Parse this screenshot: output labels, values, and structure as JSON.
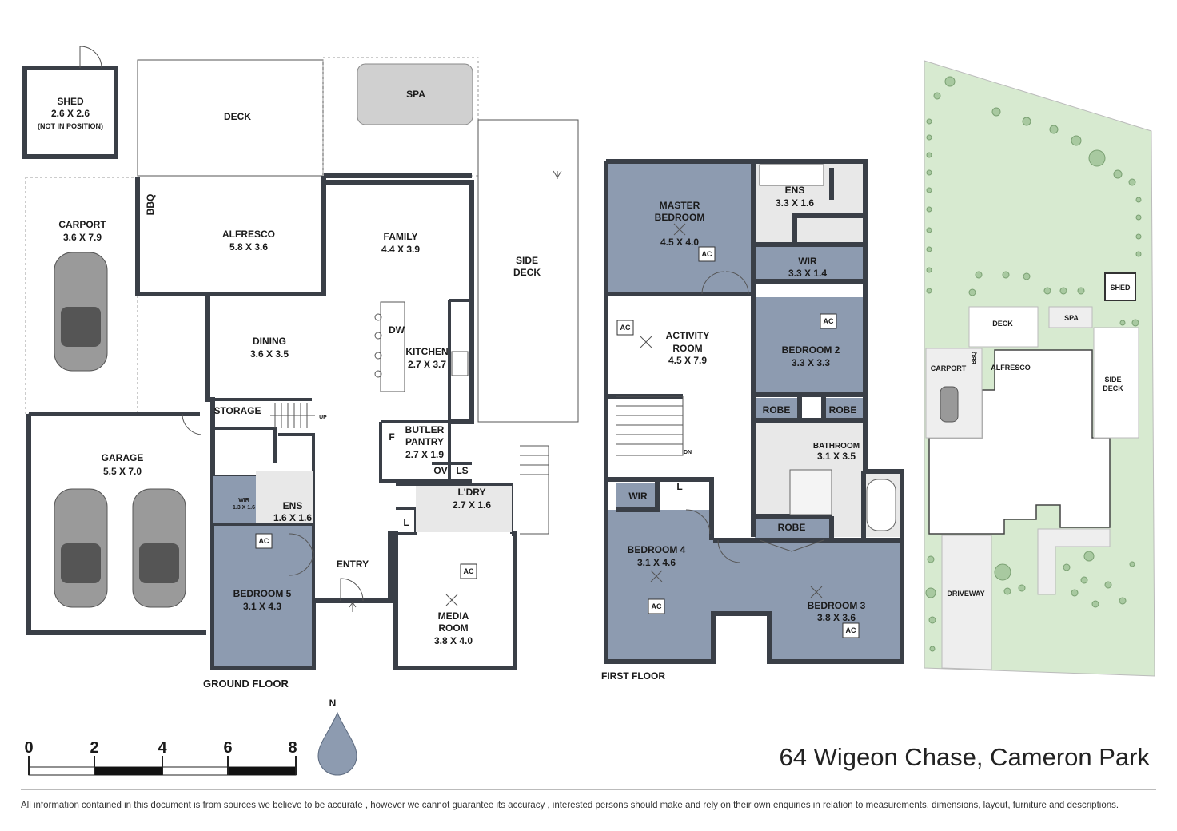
{
  "address": "64 Wigeon Chase, Cameron Park",
  "disclaimer": "All information contained in this document is from sources we believe to be accurate , however we cannot guarantee its accuracy , interested persons should make and rely on their own enquiries in relation to measurements, dimensions, layout, furniture and descriptions.",
  "compass_label": "N",
  "scale_labels": [
    "0",
    "2",
    "4",
    "6",
    "8"
  ],
  "colors": {
    "wall": "#3a3f47",
    "bedroom_fill": "#8d9bb0",
    "wet_area_fill": "#e8e8e8",
    "grass": "#d7ead0"
  },
  "ground_floor": {
    "title": "GROUND FLOOR",
    "rooms": {
      "shed": {
        "name": "SHED",
        "dims": "2.6 X 2.6",
        "note": "(NOT IN POSITION)"
      },
      "deck": {
        "name": "DECK"
      },
      "spa": {
        "name": "SPA"
      },
      "carport": {
        "name": "CARPORT",
        "dims": "3.6 X 7.9"
      },
      "bbq": {
        "name": "BBQ"
      },
      "alfresco": {
        "name": "ALFRESCO",
        "dims": "5.8 X 3.6"
      },
      "family": {
        "name": "FAMILY",
        "dims": "4.4 X 3.9"
      },
      "side_deck": {
        "name": "SIDE",
        "name2": "DECK"
      },
      "dining": {
        "name": "DINING",
        "dims": "3.6 X 3.5"
      },
      "dw": {
        "name": "DW"
      },
      "kitchen": {
        "name": "KITCHEN",
        "dims": "2.7 X 3.7"
      },
      "storage": {
        "name": "STORAGE"
      },
      "up": {
        "name": "UP"
      },
      "garage": {
        "name": "GARAGE",
        "dims": "5.5 X 7.0"
      },
      "butler": {
        "name": "BUTLER",
        "name2": "PANTRY",
        "dims": "2.7 X 1.9"
      },
      "f": {
        "name": "F"
      },
      "ov": {
        "name": "OV"
      },
      "ls": {
        "name": "LS"
      },
      "laundry": {
        "name": "L'DRY",
        "dims": "2.7 X 1.6"
      },
      "l": {
        "name": "L"
      },
      "wir": {
        "name": "WIR",
        "dims": "1.3 X 1.6"
      },
      "ens": {
        "name": "ENS",
        "dims": "1.6 X 1.6"
      },
      "ac": {
        "name": "AC"
      },
      "entry": {
        "name": "ENTRY"
      },
      "bedroom5": {
        "name": "BEDROOM 5",
        "dims": "3.1 X 4.3"
      },
      "media": {
        "name": "MEDIA",
        "name2": "ROOM",
        "dims": "3.8 X 4.0"
      }
    }
  },
  "first_floor": {
    "title": "FIRST FLOOR",
    "rooms": {
      "master": {
        "name": "MASTER",
        "name2": "BEDROOM",
        "dims": "4.5 X 4.0"
      },
      "ens": {
        "name": "ENS",
        "dims": "3.3 X 1.6"
      },
      "wir_master": {
        "name": "WIR",
        "dims": "3.3 X 1.4"
      },
      "activity": {
        "name": "ACTIVITY",
        "name2": "ROOM",
        "dims": "4.5 X 7.9"
      },
      "bedroom2": {
        "name": "BEDROOM 2",
        "dims": "3.3 X 3.3"
      },
      "robe": {
        "name": "ROBE"
      },
      "bathroom": {
        "name": "BATHROOM",
        "dims": "3.1 X 3.5"
      },
      "dn": {
        "name": "DN"
      },
      "wir": {
        "name": "WIR"
      },
      "l": {
        "name": "L"
      },
      "bedroom4": {
        "name": "BEDROOM 4",
        "dims": "3.1 X 4.6"
      },
      "bedroom3": {
        "name": "BEDROOM 3",
        "dims": "3.8 X 3.6"
      },
      "ac": {
        "name": "AC"
      }
    }
  },
  "site_plan": {
    "labels": {
      "shed": "SHED",
      "deck": "DECK",
      "spa": "SPA",
      "carport": "CARPORT",
      "bbq": "BBQ",
      "alfresco": "ALFRESCO",
      "side": "SIDE",
      "deck2": "DECK",
      "driveway": "DRIVEWAY"
    }
  }
}
